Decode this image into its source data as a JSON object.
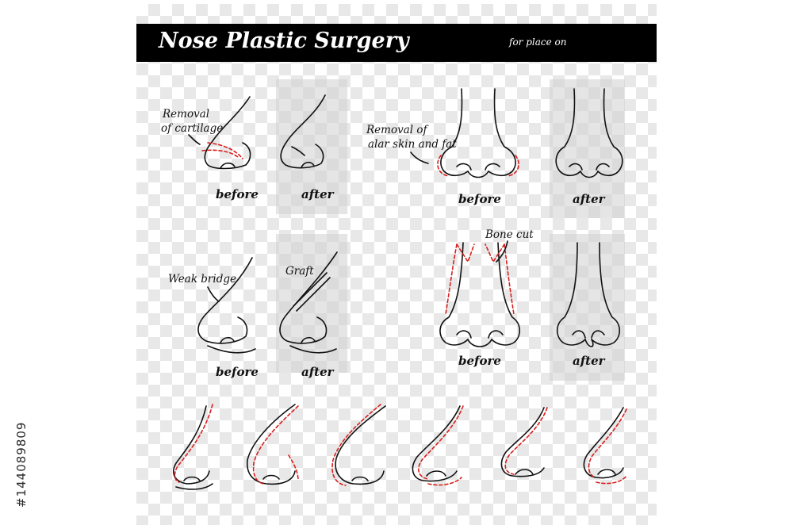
{
  "header": {
    "title": "Nose Plastic Surgery",
    "subtitle": "for place on"
  },
  "watermark": {
    "stock_id": "#144089809"
  },
  "labels": {
    "before": "before",
    "after": "after"
  },
  "annotations": {
    "removal_cartilage_line1": "Removal",
    "removal_cartilage_line2": "of cartilage",
    "removal_alar_line1": "Removal of",
    "removal_alar_line2": "alar skin and fat",
    "weak_bridge": "Weak bridge",
    "graft": "Graft",
    "bone_cut": "Bone cut"
  },
  "colors": {
    "banner": "#000000",
    "outline": "#111111",
    "incision": "#d81e1e",
    "highlight_box": "#d9d9d9"
  }
}
